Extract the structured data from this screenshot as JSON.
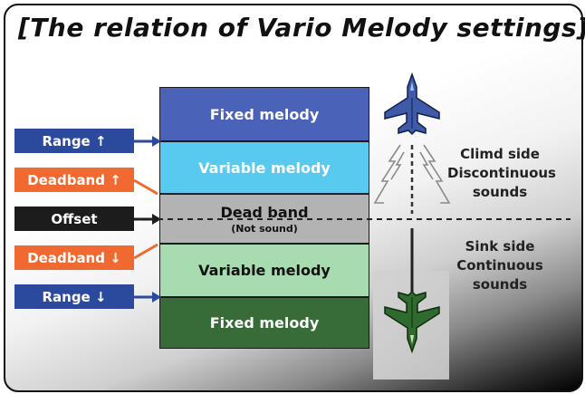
{
  "title": "[The relation of Vario Melody settings]",
  "bands": {
    "fixed_top": "Fixed melody",
    "variable_top": "Variable melody",
    "dead_band": "Dead band",
    "dead_band_note": "(Not sound)",
    "variable_bottom": "Variable melody",
    "fixed_bottom": "Fixed melody"
  },
  "tags": {
    "range_up": "Range ↑",
    "deadband_up": "Deadband ↑",
    "offset": "Offset",
    "deadband_down": "Deadband ↓",
    "range_down": "Range ↓"
  },
  "climb": {
    "line1": "Climd side",
    "line2": "Discontinuous",
    "line3": "sounds"
  },
  "sink": {
    "line1": "Sink side",
    "line2": "Continuous",
    "line3": "sounds"
  },
  "colors": {
    "fixed_top": "#4a62b7",
    "variable_top": "#58c9ef",
    "dead_band": "#b3b3b3",
    "variable_bottom": "#a7dbb0",
    "fixed_bottom": "#376c38",
    "range_tag": "#2c4a9d",
    "deadband_tag": "#ef6930",
    "offset_tag": "#1c1c1c"
  },
  "icons": [
    "jet-up-icon",
    "jet-down-icon",
    "chevron-up-icon"
  ]
}
